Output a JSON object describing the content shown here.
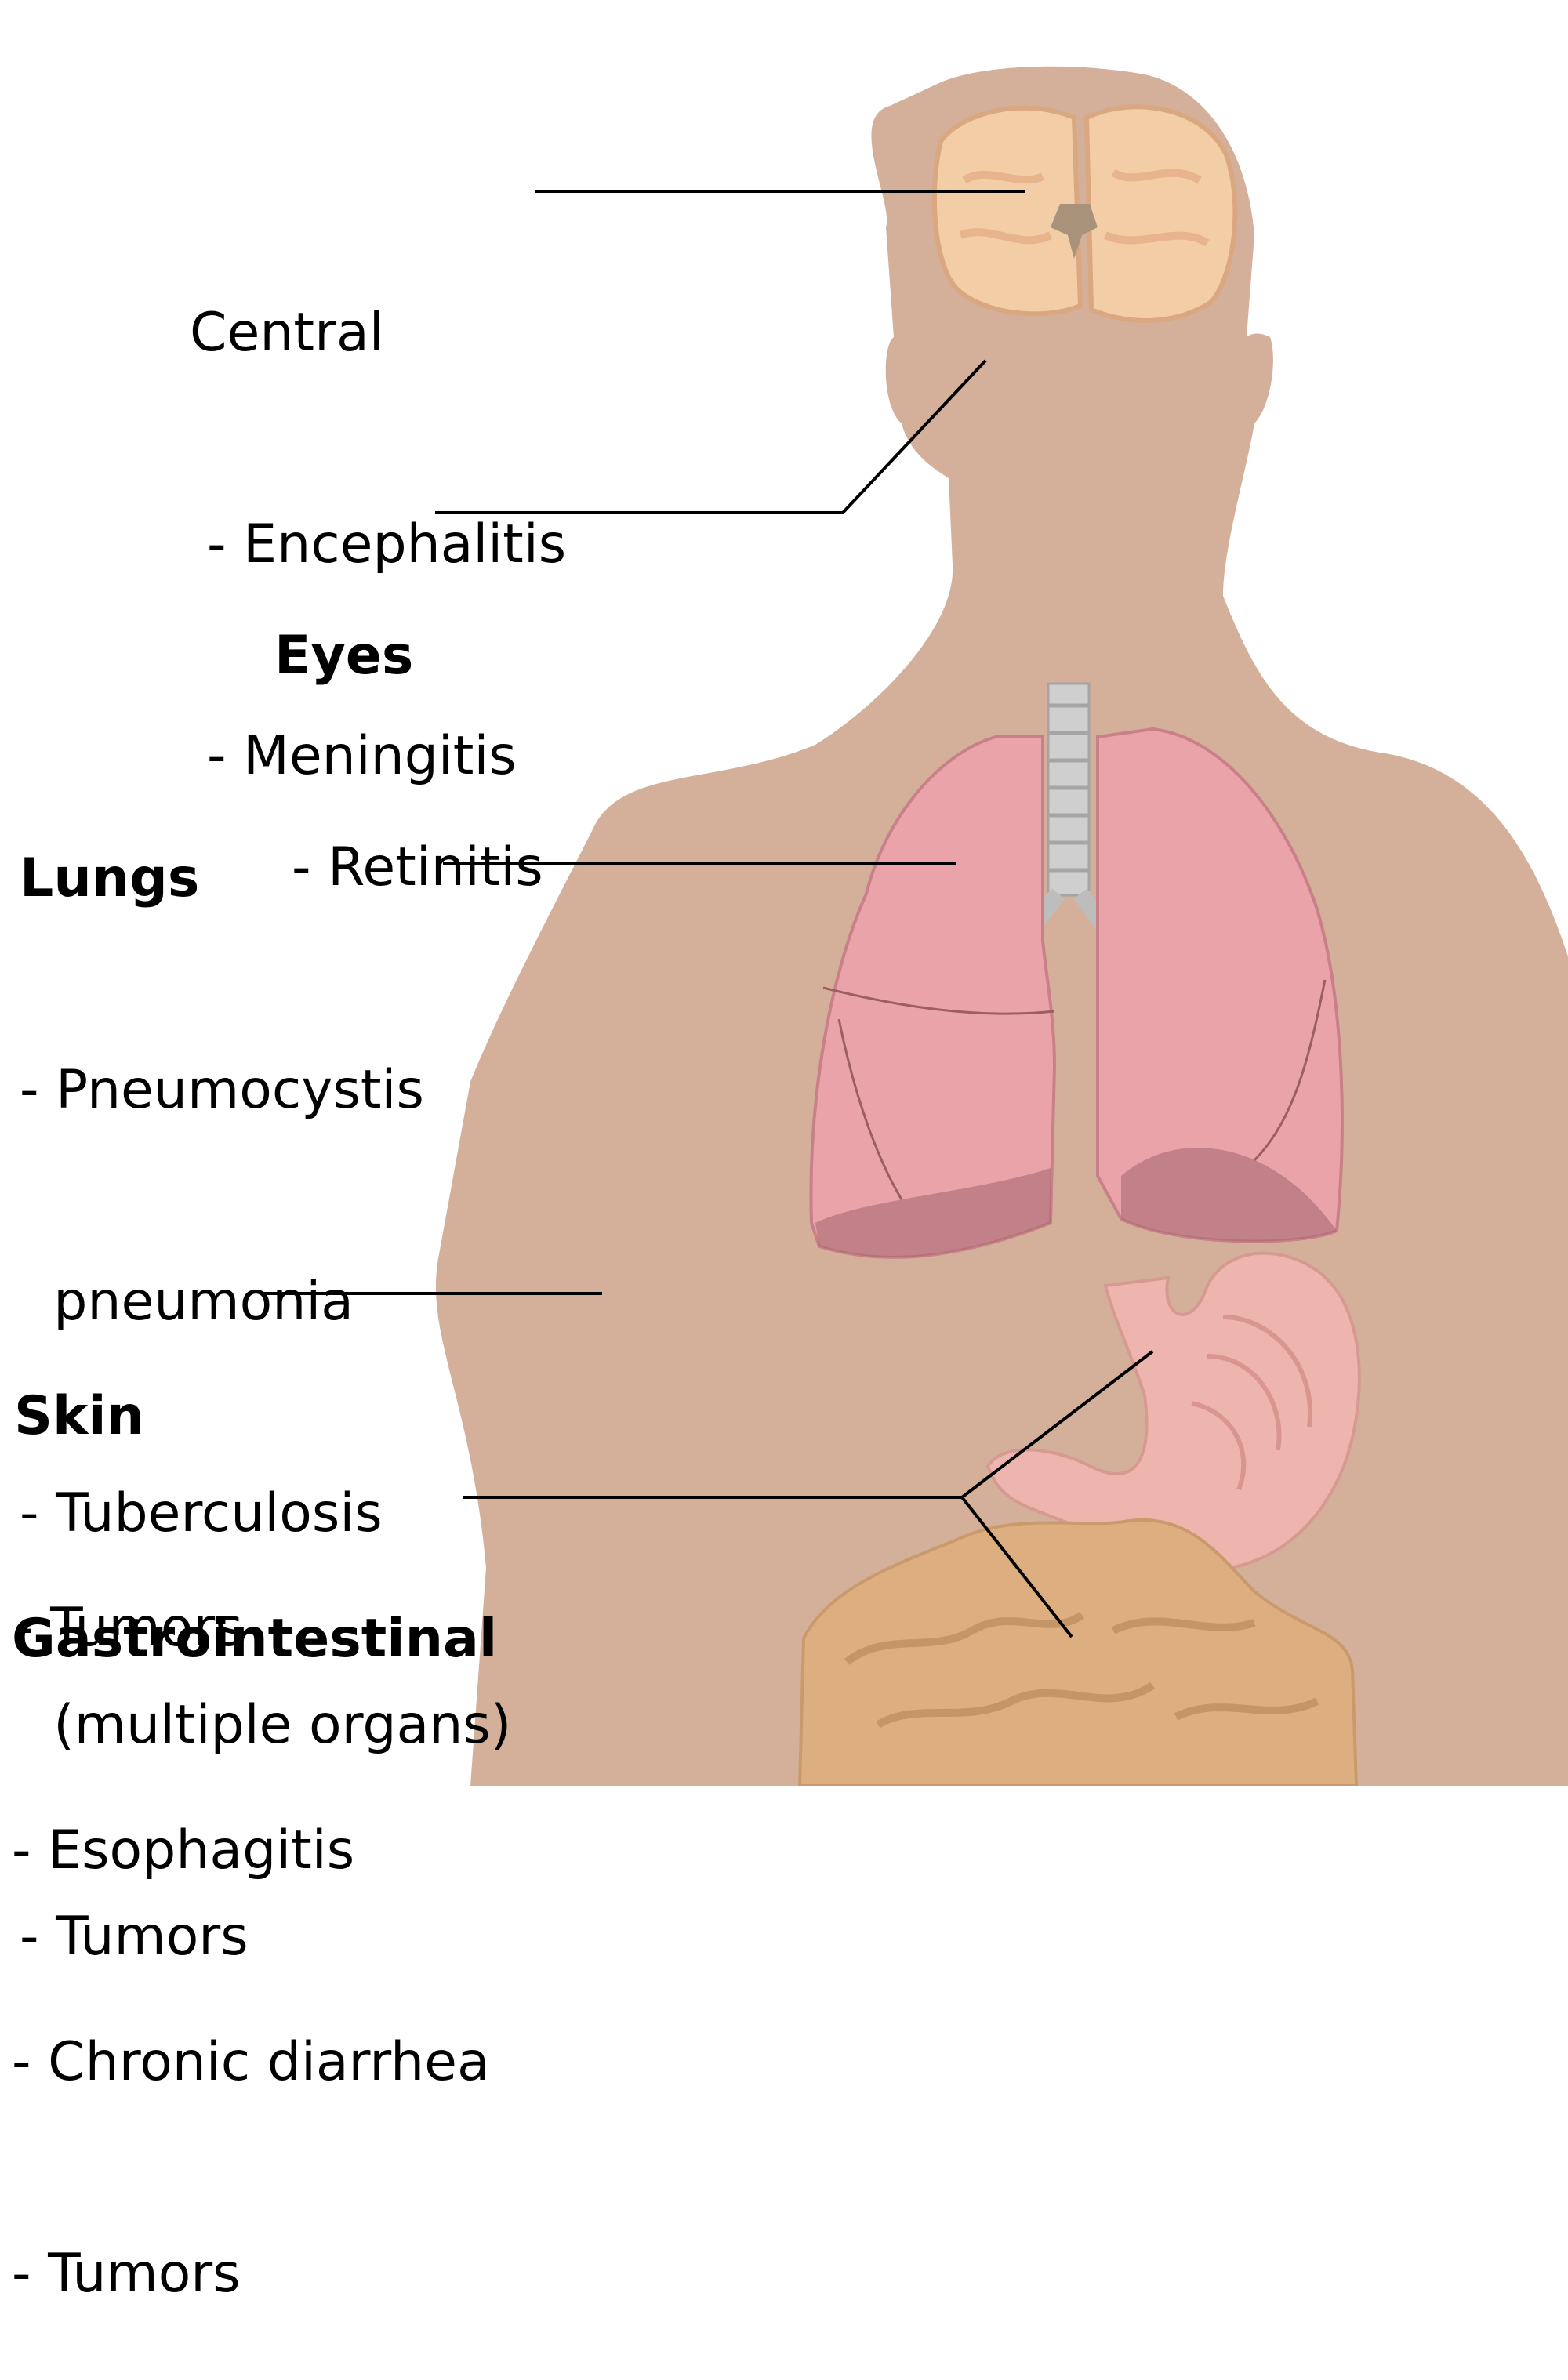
{
  "colors": {
    "silhouette": "#d4b09a",
    "brain": "#f3cda5",
    "lungs": "#eba3aa",
    "trachea": "#cfcfcf",
    "stomach": "#eeb5ae",
    "intestine": "#dcae80",
    "leader_line": "#000000"
  },
  "icons": [
    "human-silhouette-icon",
    "brain-icon",
    "lungs-icon",
    "trachea-icon",
    "stomach-icon",
    "intestine-icon"
  ],
  "labels": {
    "central": {
      "heading": "Central",
      "items": [
        "- Encephalitis",
        "- Meningitis"
      ]
    },
    "eyes": {
      "heading": "Eyes",
      "items": [
        "- Retinitis"
      ]
    },
    "lungs": {
      "heading": "Lungs",
      "items": [
        "- Pneumocystis",
        "  pneumonia",
        "- Tuberculosis",
        "  (multiple organs)",
        "- Tumors"
      ]
    },
    "skin": {
      "heading": "Skin",
      "items": [
        "- Tumors"
      ]
    },
    "gastrointestinal": {
      "heading": "Gastrointestinal",
      "items": [
        "- Esophagitis",
        "- Chronic diarrhea",
        "- Tumors"
      ]
    }
  }
}
